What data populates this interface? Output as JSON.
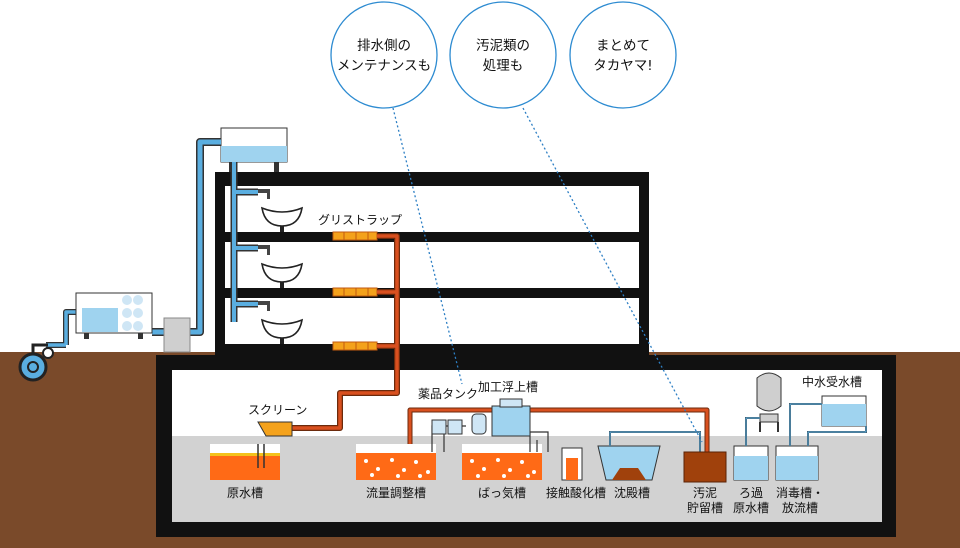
{
  "bubbles": [
    {
      "line1": "排水側の",
      "line2": "メンテナンスも"
    },
    {
      "line1": "汚泥類の",
      "line2": "処理も"
    },
    {
      "line1": "まとめて",
      "line2": "タカヤマ!"
    }
  ],
  "labels": {
    "grease_trap": "グリストラップ",
    "screen": "スクリーン",
    "chemical_tank": "薬品タンク",
    "flotation_tank": "加工浮上槽",
    "greywater_tank": "中水受水槽",
    "raw_water_tank": "原水槽",
    "flow_adjust_tank": "流量調整槽",
    "aeration_tank": "ばっ気槽",
    "contact_oxidation_tank": "接触酸化槽",
    "settling_tank": "沈殿槽",
    "sludge_tank_l1": "汚泥",
    "sludge_tank_l2": "貯留槽",
    "filtration_tank_l1": "ろ過",
    "filtration_tank_l2": "原水槽",
    "disinfection_tank_l1": "消毒槽・",
    "disinfection_tank_l2": "放流槽"
  },
  "colors": {
    "ground": "#7a4a2a",
    "water": "#9fd3ef",
    "pipe_blue": "#5aaee0",
    "pipe_orange": "#d9501f",
    "sludge_orange": "#ff6a16",
    "sludge_brown": "#a0410c",
    "grease_yellow": "#f4a21c",
    "bubble_border": "#2d8bd1",
    "dotted_line": "#2d7fc4"
  },
  "icons": [
    "faucet-icon",
    "sink-icon",
    "pump-icon",
    "tank-icon",
    "circle-wheel-icon"
  ]
}
